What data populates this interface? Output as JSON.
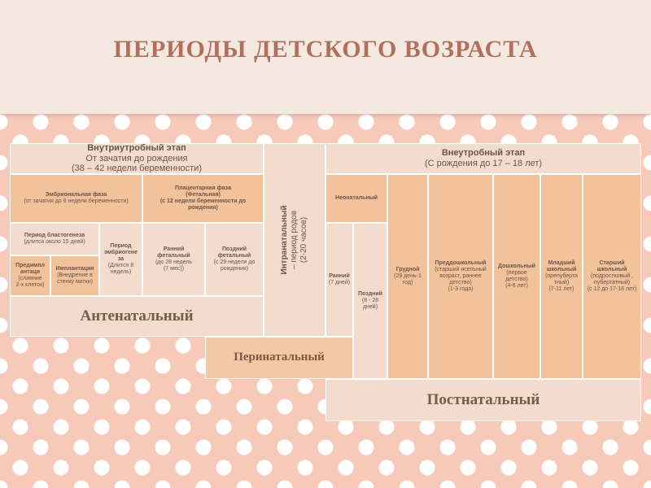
{
  "slide": {
    "title": "ПЕРИОДЫ ДЕТСКОГО ВОЗРАСТА"
  },
  "antenatal": {
    "header": {
      "title": "Внутриутробный этап",
      "line1": "От зачатия до рождения",
      "line2": "(38 – 42 недели беременности)"
    },
    "embryonic_phase": {
      "title": "Эмбриональная фаза",
      "note": "(от зачатия до 9 недели беременности)"
    },
    "placental_phase": {
      "title": "Плацентарная фаза",
      "line2": "(Фетальная)",
      "line3": "(с 12 недели беременности до",
      "line4": "рождения)"
    },
    "blastogenesis": {
      "title": "Период бластогенеза",
      "note": "(длится около 15 дней)"
    },
    "embryogenesis": {
      "line1": "Период",
      "line2": "эмбриогене",
      "line3": "за",
      "note1": "(Длится 8",
      "note2": "недель)"
    },
    "early_fetal": {
      "line1": "Ранний",
      "line2": "фетальный",
      "note1": "(до 28 недель",
      "note2": "(7 мес))"
    },
    "late_fetal": {
      "line1": "Поздний",
      "line2": "фетальный",
      "note1": "(с 29 недели до",
      "note2": "рождения)"
    },
    "preimplantation": {
      "line1": "Предимпл",
      "line2": "антаци",
      "note1": "(слияние",
      "note2": "2-х клеток)"
    },
    "implantation": {
      "title": "Имплантация",
      "note1": "(Внедрение в",
      "note2": "стенку матки)"
    },
    "label": "Антенатальный"
  },
  "intranatal": {
    "line1": "Интранатальный",
    "line2": "– период родов",
    "line3": "(2-20 часов)"
  },
  "perinatal": {
    "label": "Перинатальный"
  },
  "postnatal": {
    "header": {
      "title": "Внеутробный этап",
      "line1": "(С рождения до 17 – 18 лет)"
    },
    "neonatal": {
      "title": "Неонатальный"
    },
    "early": {
      "title": "Ранний",
      "note": "(7 дней)"
    },
    "late": {
      "title": "Поздний",
      "note1": "(8 - 28",
      "note2": "дней)"
    },
    "infant": {
      "title": "Грудной",
      "note1": "(29 день-1",
      "note2": "год)"
    },
    "preschool_early": {
      "title": "Преддошкольный",
      "note1": "(старший ясельный",
      "note2": "возраст, раннее",
      "note3": "детство)",
      "note4": "(1-3 года)"
    },
    "preschool": {
      "title": "Дошкольный",
      "note1": "(первое",
      "note2": "детство)",
      "note3": "(4-6 лет)"
    },
    "junior_school": {
      "line1": "Младший",
      "line2": "школьный",
      "note1": "(препуберта",
      "note2": "тный)",
      "note3": "(7-11 лет)"
    },
    "senior_school": {
      "line1": "Старший",
      "line2": "школьный",
      "note1": "(подростковый ,",
      "note2": "пубертатный)",
      "note3": "(с 12 до 17-18 лет)"
    },
    "label": "Постнатальный"
  }
}
